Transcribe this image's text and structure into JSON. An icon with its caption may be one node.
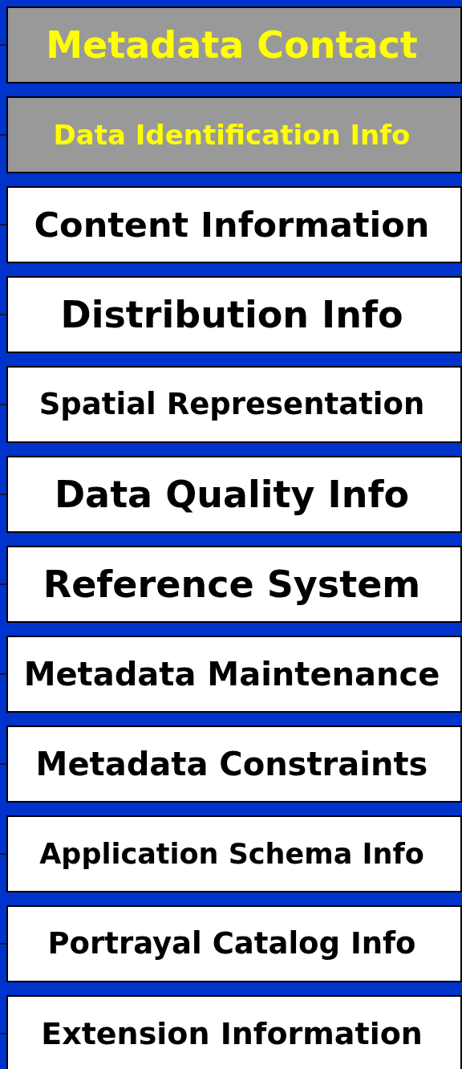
{
  "diagram": {
    "nodes": [
      {
        "text": [
          "Metadata Contact"
        ]
      },
      {
        "text": [
          "Data Identification Info"
        ]
      },
      {
        "text": [
          "Content Information"
        ]
      },
      {
        "text": [
          "Distribution Info"
        ]
      },
      {
        "text": [
          "Spatial Representation"
        ]
      },
      {
        "text": [
          "Data Quality Info"
        ]
      },
      {
        "text": [
          "Reference System"
        ]
      },
      {
        "text": [
          "Metadata Maintenance"
        ]
      },
      {
        "text": [
          "Metadata Constraints"
        ]
      },
      {
        "text": [
          "Application Schema Info"
        ]
      },
      {
        "text": [
          "Portrayal Catalog Info"
        ]
      },
      {
        "text": [
          "Extension Information"
        ]
      }
    ],
    "edges": [
      {
        "from": null,
        "to": 0,
        "arrow": "none"
      },
      {
        "from": null,
        "to": 1,
        "arrow": "none"
      },
      {
        "from": null,
        "to": 2,
        "arrow": "none"
      },
      {
        "from": null,
        "to": 3,
        "arrow": "none"
      },
      {
        "from": null,
        "to": 4,
        "arrow": "none"
      },
      {
        "from": null,
        "to": 5,
        "arrow": "none"
      },
      {
        "from": null,
        "to": 6,
        "arrow": "none"
      },
      {
        "from": null,
        "to": 7,
        "arrow": "none"
      },
      {
        "from": null,
        "to": 8,
        "arrow": "none"
      },
      {
        "from": null,
        "to": 9,
        "arrow": "none"
      },
      {
        "from": null,
        "to": 10,
        "arrow": "none"
      },
      {
        "from": null,
        "to": 11,
        "arrow": "none"
      }
    ]
  }
}
